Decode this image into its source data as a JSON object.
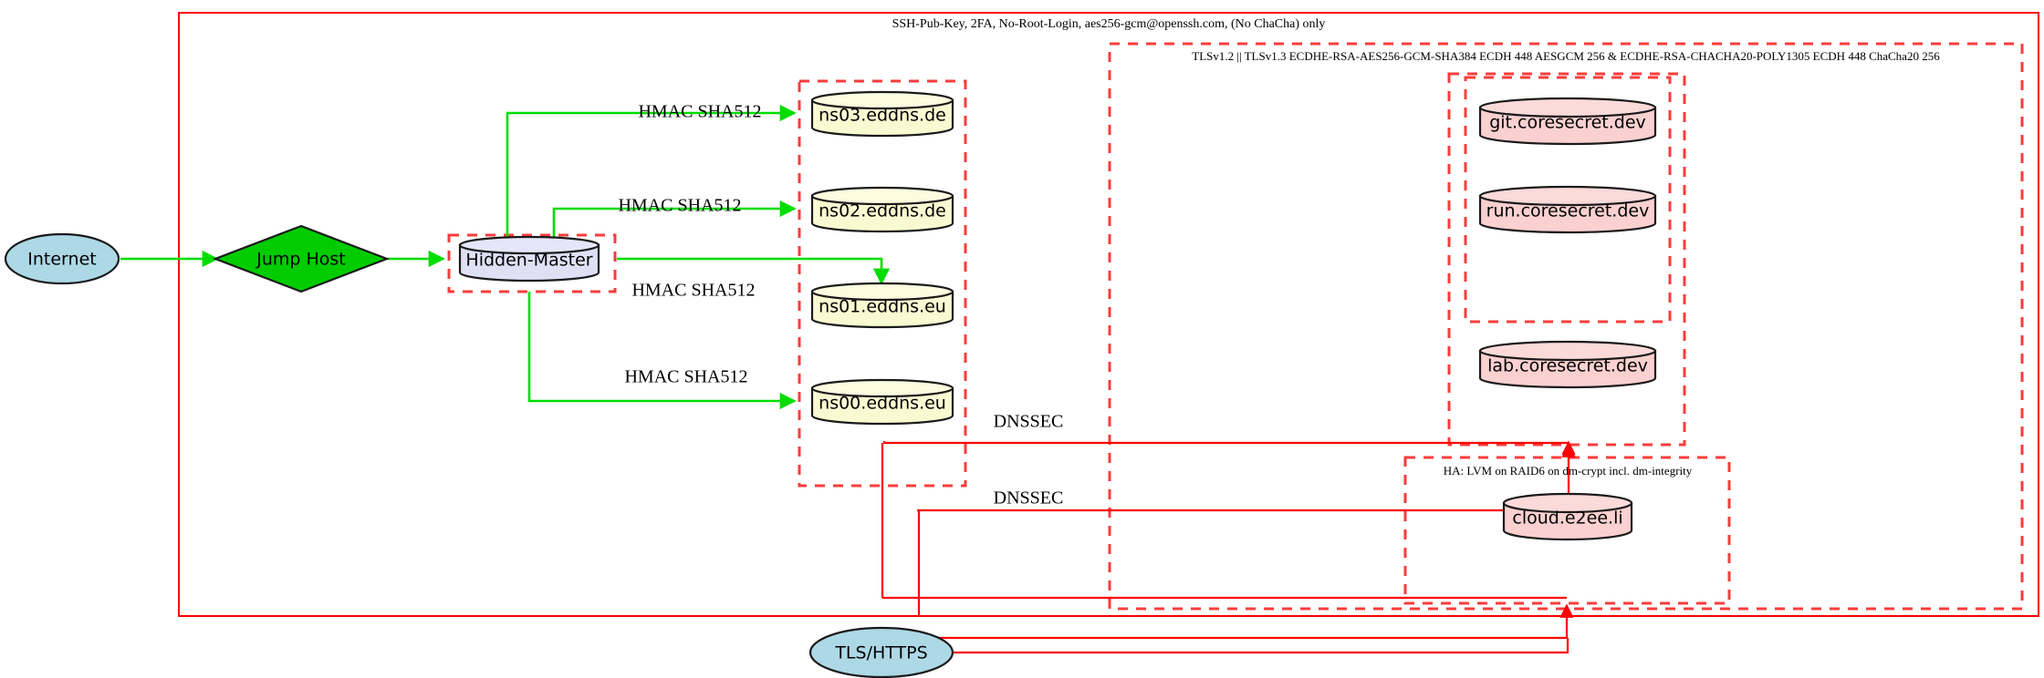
{
  "diagram": {
    "title_label": "SSH-Pub-Key, 2FA, No-Root-Login, aes256-gcm@openssh.com, (No ChaCha) only",
    "clusters": {
      "tls_label": "TLSv1.2 || TLSv1.3 ECDHE-RSA-AES256-GCM-SHA384 ECDH 448 AESGCM 256 & ECDHE-RSA-CHACHA20-POLY1305 ECDH 448 ChaCha20 256",
      "ha_label": "HA: LVM on RAID6 on dm-crypt incl. dm-integrity"
    },
    "nodes": {
      "internet": "Internet",
      "jump_host": "Jump Host",
      "hidden_master": "Hidden-Master",
      "ns03": "ns03.eddns.de",
      "ns02": "ns02.eddns.de",
      "ns01": "ns01.eddns.eu",
      "ns00": "ns00.eddns.eu",
      "git": "git.coresecret.dev",
      "run": "run.coresecret.dev",
      "lab": "lab.coresecret.dev",
      "cloud": "cloud.e2ee.li",
      "tls_https": "TLS/HTTPS"
    },
    "edge_labels": {
      "hmac_ns03": "HMAC SHA512",
      "hmac_ns02": "HMAC SHA512",
      "hmac_ns01": "HMAC SHA512",
      "hmac_ns00": "HMAC SHA512",
      "dnssec_upper": "DNSSEC",
      "dnssec_lower": "DNSSEC"
    },
    "colors": {
      "internet_fill": "#add8e6",
      "jump_host_fill": "#00cc00",
      "hidden_master_fill": "#e0e0f5",
      "dns_fill": "#fafad2",
      "service_fill": "#fad0d0",
      "tls_fill": "#add8e6",
      "boundary_stroke": "#ff0000",
      "secure_edge": "#00dd00",
      "web_edge": "#ff0000"
    }
  }
}
